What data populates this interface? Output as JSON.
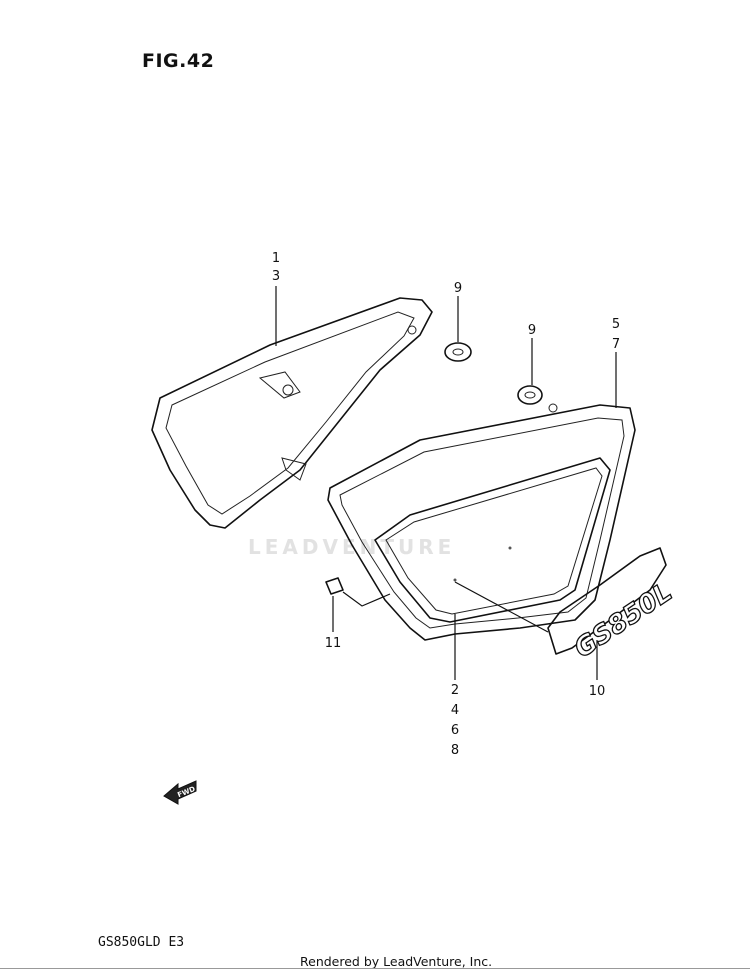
{
  "figure": {
    "title": "FIG.42",
    "model_code": "GS850GLD E3",
    "footer": "Rendered by LeadVenture, Inc.",
    "watermark": "LEADVENTURE",
    "fwd_label": "FWD",
    "emblem_text": "GS850L"
  },
  "callouts": [
    {
      "id": "c1",
      "lines": [
        "1",
        "3"
      ]
    },
    {
      "id": "c9a",
      "lines": [
        "9"
      ]
    },
    {
      "id": "c9b",
      "lines": [
        "9"
      ]
    },
    {
      "id": "c5",
      "lines": [
        "5",
        "7"
      ]
    },
    {
      "id": "c11",
      "lines": [
        "11"
      ]
    },
    {
      "id": "c2",
      "lines": [
        "2",
        "4",
        "6",
        "8"
      ]
    },
    {
      "id": "c10",
      "lines": [
        "10"
      ]
    }
  ]
}
